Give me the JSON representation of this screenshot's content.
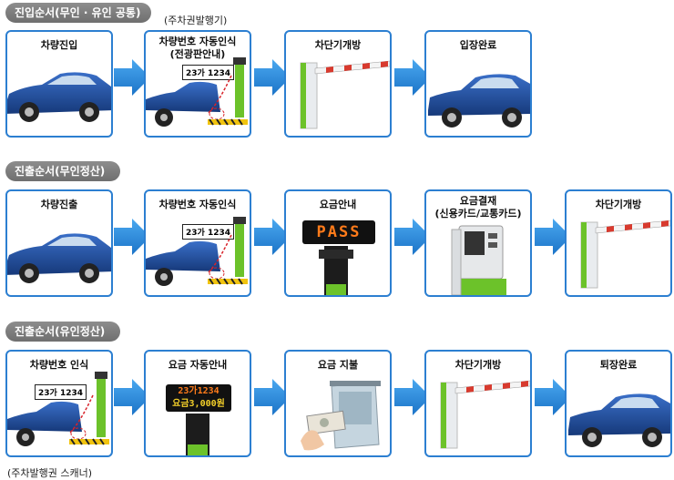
{
  "sections": [
    {
      "title": "진입순서(무인 · 유인 공통)",
      "steps": [
        {
          "label": "차량진입"
        },
        {
          "label": "차량번호 자동인식",
          "sublabel": "(전광판안내)",
          "plate": "23가 1234"
        },
        {
          "label": "차단기개방"
        },
        {
          "label": "입장완료"
        }
      ],
      "top_caption": "(주차권발행기)"
    },
    {
      "title": "진출순서(무인정산)",
      "steps": [
        {
          "label": "차량진출"
        },
        {
          "label": "차량번호 자동인식",
          "plate": "23가 1234"
        },
        {
          "label": "요금안내",
          "led": "PASS"
        },
        {
          "label": "요금결재",
          "sublabel": "(신용카드/교통카드)"
        },
        {
          "label": "차단기개방"
        }
      ]
    },
    {
      "title": "진출순서(유인정산)",
      "steps": [
        {
          "label": "차량번호 인식",
          "plate": "23가 1234"
        },
        {
          "label": "요금 자동안내",
          "led_line1": "23가1234",
          "led_line2": "요금3,000원"
        },
        {
          "label": "요금 지불"
        },
        {
          "label": "차단기개방"
        },
        {
          "label": "퇴장완료"
        }
      ],
      "bottom_caption": "(주차발행권 스캐너)"
    }
  ],
  "colors": {
    "frame": "#2c7fd1",
    "arrow": "#2a8de0",
    "car": "#1f4fa0",
    "kiosk_green": "#6cc22a",
    "barrier_red": "#d83a2e"
  }
}
